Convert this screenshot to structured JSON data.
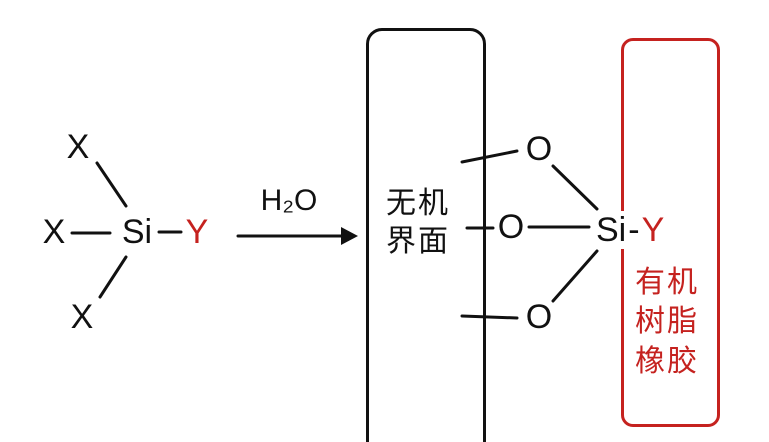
{
  "reactant": {
    "x_top": "X",
    "x_left": "X",
    "x_bottom": "X",
    "si": "Si",
    "y": "Y"
  },
  "arrow": {
    "label": "H₂O"
  },
  "inorganic": {
    "line1": "无机",
    "line2": "界面"
  },
  "product": {
    "o_top": "O",
    "o_middle": "O",
    "o_bottom": "O",
    "si": "Si",
    "bond": "-",
    "y": "Y"
  },
  "organic": {
    "line1": "有机",
    "line2": "树脂",
    "line3": "橡胶"
  },
  "colors": {
    "accent_red": "#c5221f",
    "ink": "#111111"
  }
}
